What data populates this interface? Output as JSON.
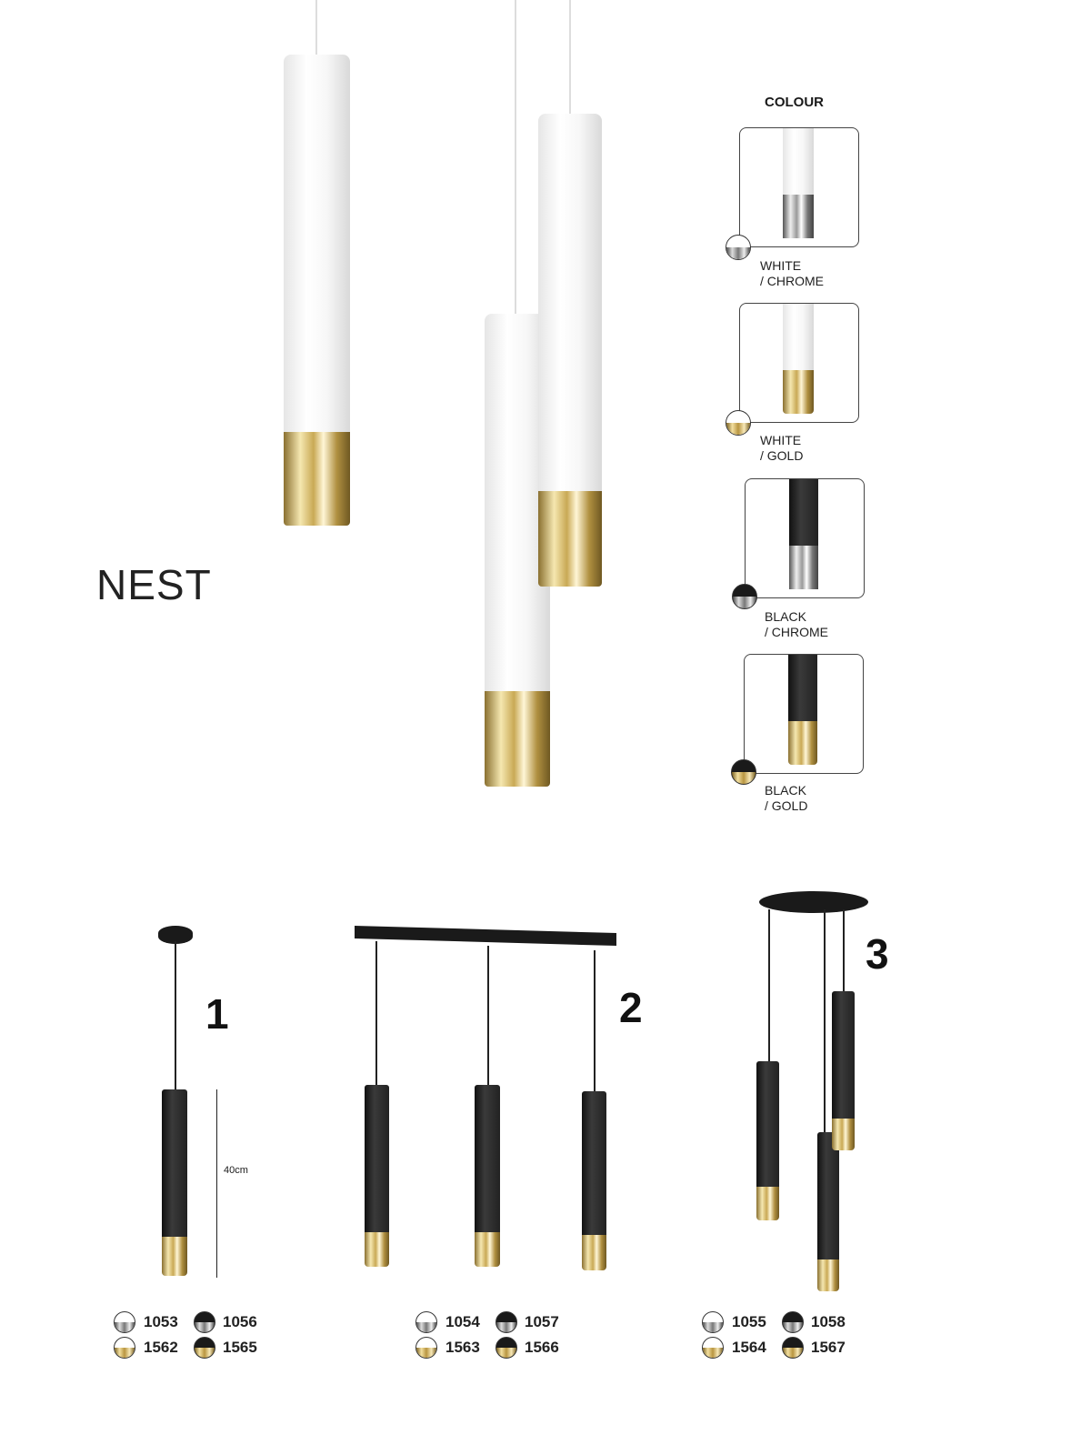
{
  "product_name": "NEST",
  "colour_section": {
    "heading": "COLOUR",
    "options": [
      {
        "line1": "WHITE",
        "line2": "/ CHROME"
      },
      {
        "line1": "WHITE",
        "line2": "/ GOLD"
      },
      {
        "line1": "BLACK",
        "line2": "/ CHROME"
      },
      {
        "line1": "BLACK",
        "line2": "/ GOLD"
      }
    ]
  },
  "variants": [
    {
      "number": "1",
      "dimension": "40cm",
      "codes": {
        "white_chrome": "1053",
        "black_chrome": "1056",
        "white_gold": "1562",
        "black_gold": "1565"
      }
    },
    {
      "number": "2",
      "codes": {
        "white_chrome": "1054",
        "black_chrome": "1057",
        "white_gold": "1563",
        "black_gold": "1566"
      }
    },
    {
      "number": "3",
      "codes": {
        "white_chrome": "1055",
        "black_chrome": "1058",
        "white_gold": "1564",
        "black_gold": "1567"
      }
    }
  ],
  "colors": {
    "gold": "#c9a955",
    "chrome": "#999999",
    "black": "#1a1a1a",
    "white": "#ffffff"
  }
}
